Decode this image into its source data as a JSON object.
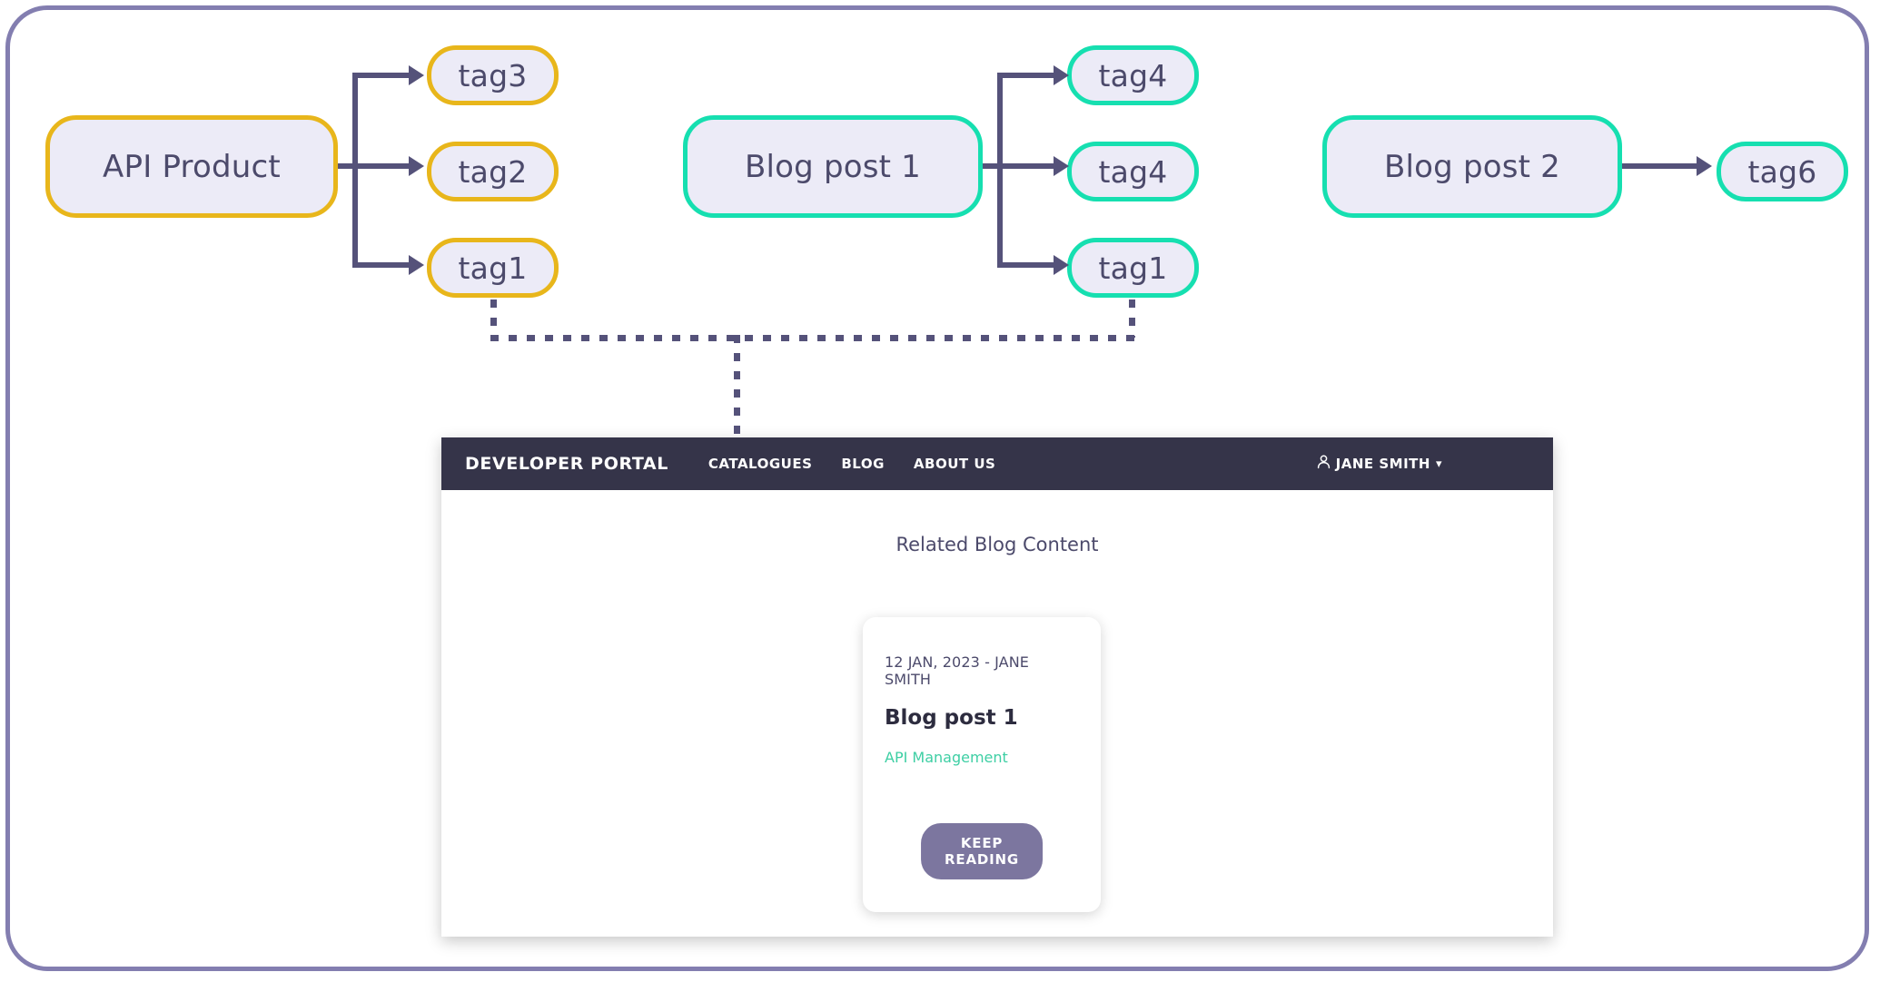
{
  "frame": {
    "accent_border": "#837eb0"
  },
  "palette": {
    "node_fill": "#ecebf7",
    "product_border": "#e8b61b",
    "blog_border": "#16dfb0",
    "connector": "#55527a",
    "navbar_bg": "#353449",
    "button_bg": "#7c769f",
    "tag_link": "#3ecfa4"
  },
  "diagram": {
    "groups": [
      {
        "source": {
          "label": "API Product",
          "border_color": "#e8b61b"
        },
        "tags": [
          {
            "label": "tag3",
            "border_color": "#e8b61b"
          },
          {
            "label": "tag2",
            "border_color": "#e8b61b"
          },
          {
            "label": "tag1",
            "border_color": "#e8b61b"
          }
        ]
      },
      {
        "source": {
          "label": "Blog post 1",
          "border_color": "#16dfb0"
        },
        "tags": [
          {
            "label": "tag4",
            "border_color": "#16dfb0"
          },
          {
            "label": "tag4",
            "border_color": "#16dfb0"
          },
          {
            "label": "tag1",
            "border_color": "#16dfb0"
          }
        ]
      },
      {
        "source": {
          "label": "Blog post 2",
          "border_color": "#16dfb0"
        },
        "tags": [
          {
            "label": "tag6",
            "border_color": "#16dfb0"
          }
        ]
      }
    ]
  },
  "portal": {
    "brand": "DEVELOPER PORTAL",
    "nav": [
      {
        "label": "CATALOGUES"
      },
      {
        "label": "BLOG"
      },
      {
        "label": "ABOUT US"
      }
    ],
    "user": {
      "name": "JANE SMITH",
      "icon": "person-icon",
      "caret": "▾"
    },
    "related_title": "Related Blog Content",
    "card": {
      "meta": "12 JAN, 2023 - JANE SMITH",
      "title": "Blog post 1",
      "tag": "API Management",
      "button": "KEEP READING"
    }
  }
}
